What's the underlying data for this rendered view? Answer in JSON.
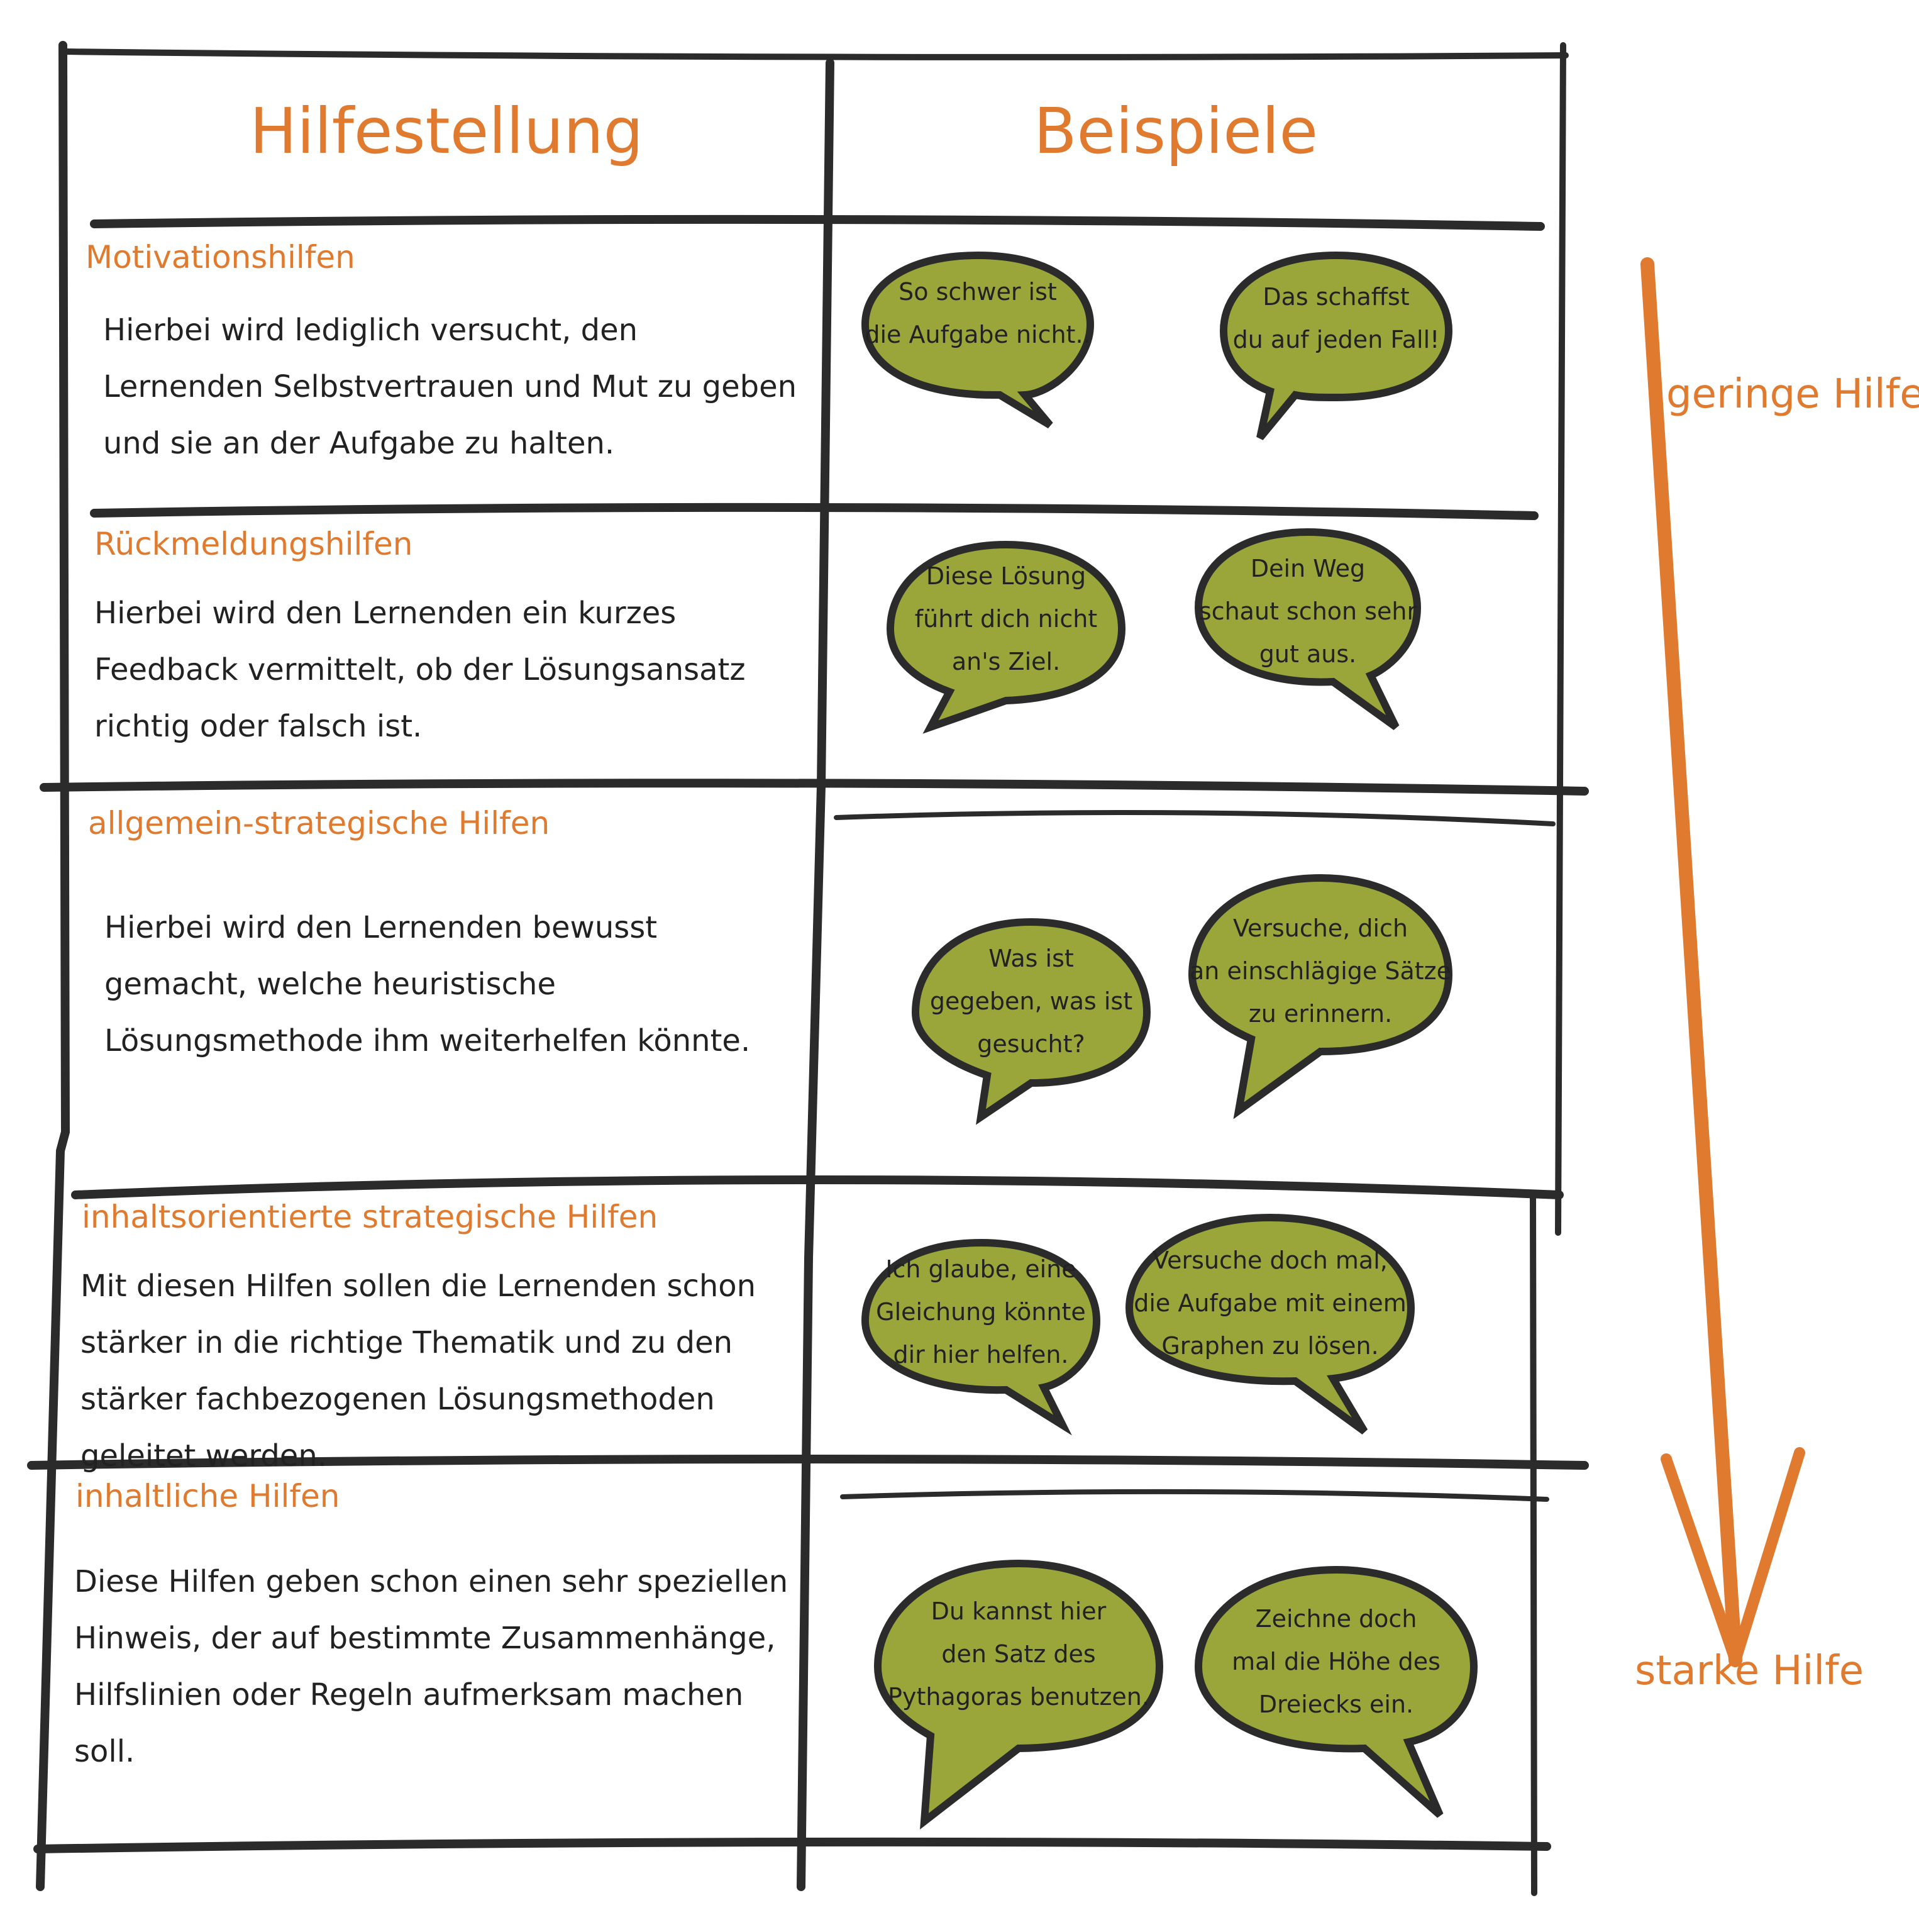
{
  "headers": {
    "left": "Hilfestellung",
    "right": "Beispiele"
  },
  "rows": [
    {
      "title": "Motivationshilfen",
      "description": "Hierbei wird lediglich versucht, den Lernenden Selbstvertrauen und Mut zu geben und sie an der Aufgabe zu halten.",
      "examples": [
        "So schwer ist\ndie Aufgabe nicht..",
        "Das schaffst\ndu auf jeden Fall!"
      ]
    },
    {
      "title": "Rückmeldungshilfen",
      "description": "Hierbei wird den Lernenden ein kurzes Feedback vermittelt, ob der Lösungsansatz richtig oder falsch ist.",
      "examples": [
        "Diese Lösung\nführt dich nicht\nan's Ziel.",
        "Dein Weg\nschaut schon sehr\ngut aus."
      ]
    },
    {
      "title": "allgemein-strategische Hilfen",
      "description": "Hierbei wird den Lernenden bewusst gemacht, welche heuristische Lösungsmethode ihm weiterhelfen könnte.",
      "examples": [
        "Was ist\ngegeben, was ist\ngesucht?",
        "Versuche, dich\nan einschlägige Sätze\nzu erinnern."
      ]
    },
    {
      "title": "inhaltsorientierte strategische Hilfen",
      "description": "Mit diesen Hilfen sollen die Lernenden schon stärker in die richtige Thematik und zu den stärker fachbezogenen Lösungsmethoden geleitet werden.",
      "examples": [
        "Ich glaube, eine\nGleichung könnte\ndir hier helfen.",
        "Versuche doch mal,\ndie Aufgabe mit einem\nGraphen zu lösen."
      ]
    },
    {
      "title": "inhaltliche Hilfen",
      "description": "Diese Hilfen geben schon einen sehr speziellen Hinweis, der auf bestimmte Zusammenhänge, Hilfslinien oder Regeln aufmerksam machen soll.",
      "examples": [
        "Du kannst hier\nden Satz des\nPythagoras benutzen.",
        "Zeichne doch\nmal die Höhe des\nDreiecks ein."
      ]
    }
  ],
  "scale": {
    "top_label": "geringe Hilfe",
    "bottom_label": "starke Hilfe"
  },
  "colors": {
    "accent": "#e07a2e",
    "bubble_fill": "#9aa63a",
    "bubble_stroke": "#2b2b2b",
    "line": "#2b2b2b"
  }
}
